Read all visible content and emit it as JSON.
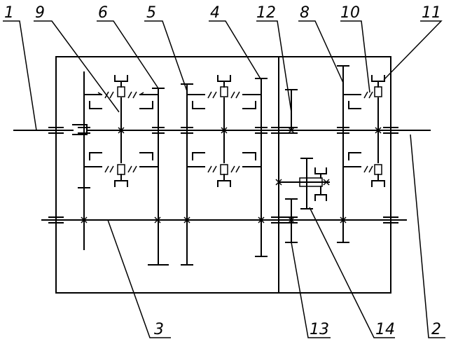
{
  "callouts": [
    {
      "id": "c1",
      "label": "1"
    },
    {
      "id": "c9",
      "label": "9"
    },
    {
      "id": "c6",
      "label": "6"
    },
    {
      "id": "c5",
      "label": "5"
    },
    {
      "id": "c4",
      "label": "4"
    },
    {
      "id": "c12",
      "label": "12"
    },
    {
      "id": "c8",
      "label": "8"
    },
    {
      "id": "c10",
      "label": "10"
    },
    {
      "id": "c11",
      "label": "11"
    },
    {
      "id": "c3",
      "label": "3"
    },
    {
      "id": "c13",
      "label": "13"
    },
    {
      "id": "c14",
      "label": "14"
    },
    {
      "id": "c2",
      "label": "2"
    }
  ]
}
